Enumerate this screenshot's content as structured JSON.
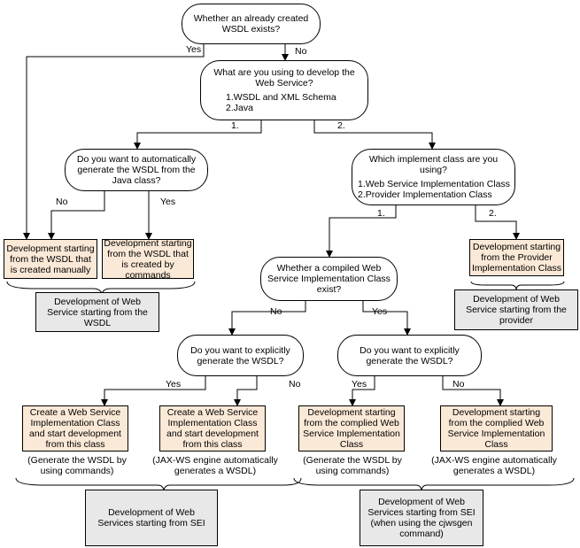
{
  "q1": [
    "Whether an already created",
    "WSDL exists?"
  ],
  "q2": {
    "lines": [
      "What are you using to develop the",
      "Web Service?"
    ],
    "options": [
      "1.WSDL and XML Schema",
      "2.Java"
    ]
  },
  "q3": [
    "Do you want to automatically",
    "generate the WSDL from the",
    "Java class?"
  ],
  "q4": {
    "lines": [
      "Which implement class are you",
      "using?"
    ],
    "options": [
      "1.Web Service Implementation Class",
      "2.Provider Implementation Class"
    ]
  },
  "q5": [
    "Whether a compiled Web",
    "Service Implementation Class",
    "exist?"
  ],
  "q6": [
    "Do you want to explicitly",
    "generate the WSDL?"
  ],
  "q7": [
    "Do you want to explicitly",
    "generate the WSDL?"
  ],
  "box_manual": [
    "Development starting",
    "from the WSDL that",
    "is created manually"
  ],
  "box_commands": [
    "Development starting",
    "from the WSDL that",
    "is created by",
    "commands"
  ],
  "box_provider": [
    "Development  starting",
    "from the Provider",
    "Implementation Class"
  ],
  "box_create1": [
    "Create a Web Service",
    "Implementation Class",
    "and start development",
    "from this class"
  ],
  "box_create2": [
    "Create a Web Service",
    "Implementation Class",
    "and start development",
    "from this class"
  ],
  "box_compiled1": [
    "Development starting",
    "from the complied Web",
    "Service Implementation",
    "Class"
  ],
  "box_compiled2": [
    "Development starting",
    "from the complied Web",
    "Service Implementation",
    "Class"
  ],
  "note_gen1": [
    "(Generate the WSDL by",
    "using commands)"
  ],
  "note_auto1": [
    "(JAX-WS engine automatically",
    "generates a WSDL)"
  ],
  "note_gen2": [
    "(Generate the WSDL by",
    "using commands)"
  ],
  "note_auto2": [
    "(JAX-WS engine automatically",
    "generates a WSDL)"
  ],
  "grey_wsdl": [
    "Development of Web",
    "Service starting from the",
    "WSDL"
  ],
  "grey_provider": [
    "Development of Web",
    "Service starting from the",
    "provider"
  ],
  "grey_sei": [
    "Development of Web",
    "Services starting from  SEI"
  ],
  "grey_sei_cjwsgen": [
    "Development of Web",
    "Services starting from SEI",
    "(when using the cjwsgen",
    "command)"
  ],
  "edge_labels": {
    "q1_yes": "Yes",
    "q1_no": "No",
    "q2_1": "1.",
    "q2_2": "2.",
    "q3_no": "No",
    "q3_yes": "Yes",
    "q4_1": "1.",
    "q4_2": "2.",
    "q5_no": "No",
    "q5_yes": "Yes",
    "q6_yes": "Yes",
    "q6_no": "No",
    "q7_yes": "Yes",
    "q7_no": "No"
  }
}
